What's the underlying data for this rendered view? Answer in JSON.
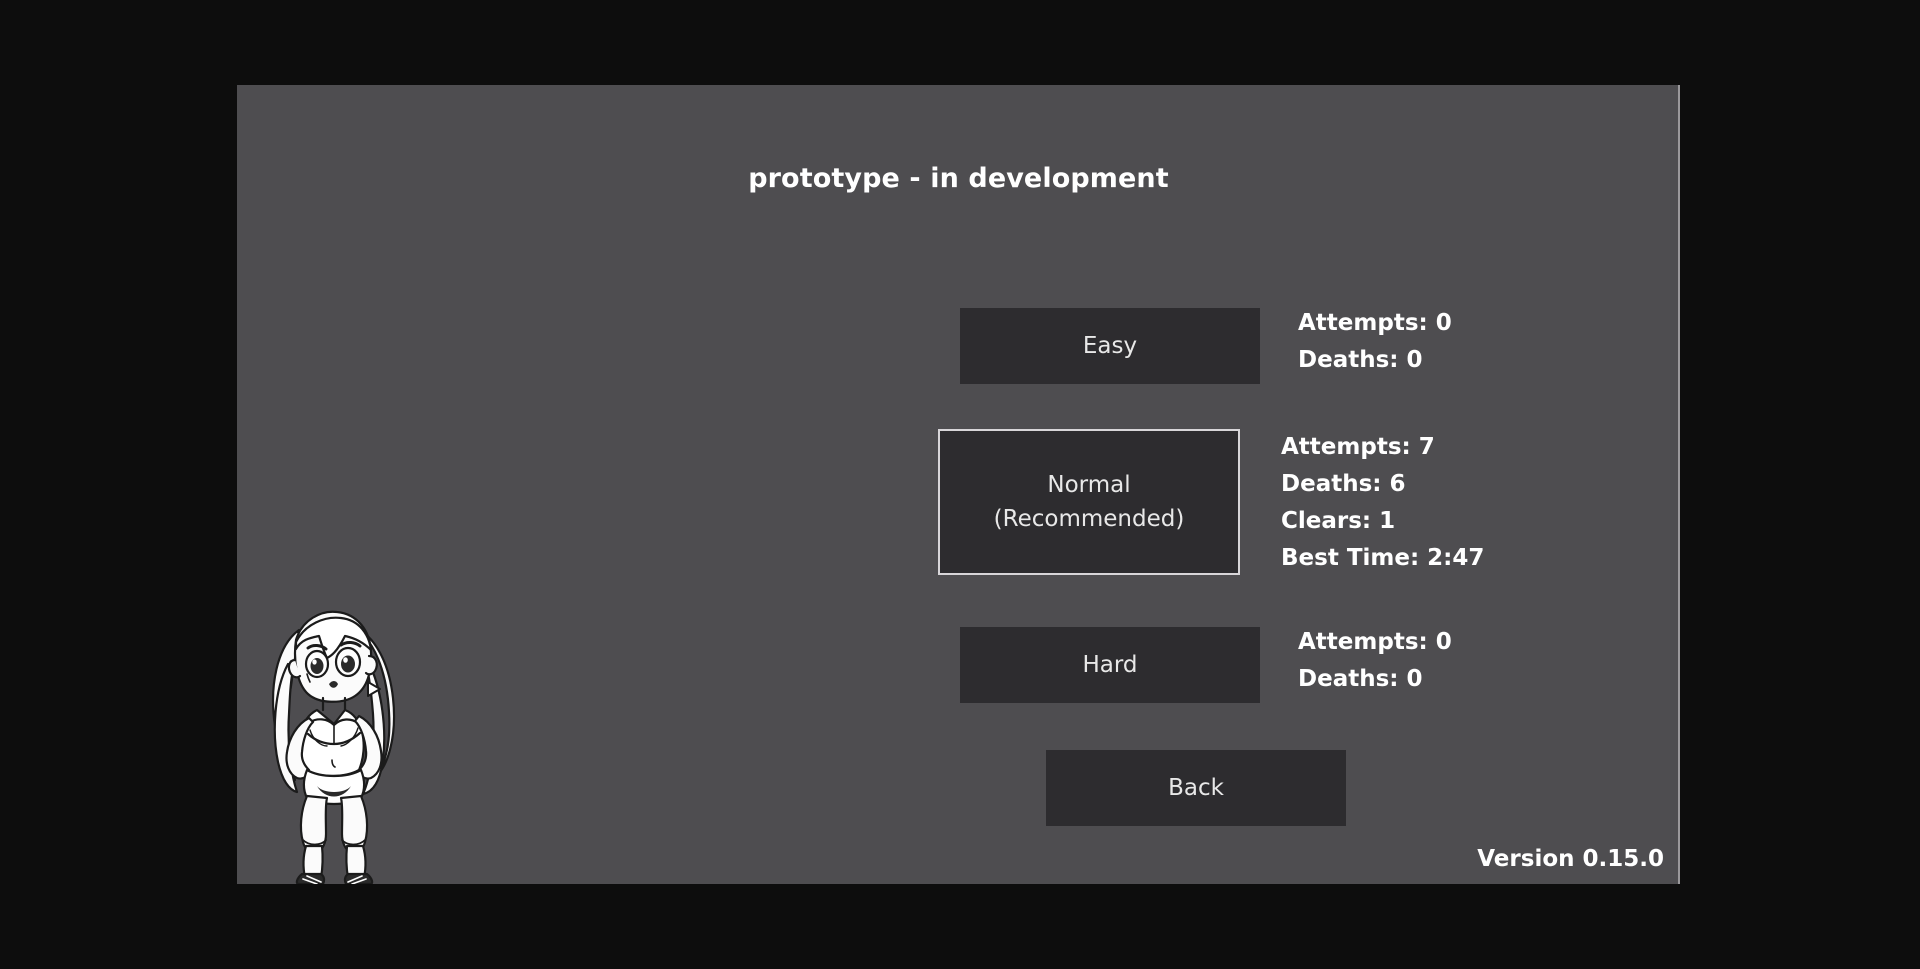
{
  "window": {
    "background_color": "#0d0d0d",
    "panel_color": "#4e4d50",
    "button_color": "#2d2c2f",
    "accent_border_color": "#d8d6d9",
    "text_color": "#ffffff"
  },
  "header": {
    "title": "prototype - in development"
  },
  "difficulties": [
    {
      "id": "easy",
      "label": "Easy",
      "sublabel": "",
      "selected": false,
      "stats": [
        "Attempts: 0",
        "Deaths: 0"
      ]
    },
    {
      "id": "normal",
      "label": "Normal",
      "sublabel": "(Recommended)",
      "selected": true,
      "stats": [
        "Attempts: 7",
        "Deaths: 6",
        "Clears: 1",
        "Best Time: 2:47"
      ]
    },
    {
      "id": "hard",
      "label": "Hard",
      "sublabel": "",
      "selected": false,
      "stats": [
        "Attempts: 0",
        "Deaths: 0"
      ]
    }
  ],
  "back_button": {
    "label": "Back"
  },
  "footer": {
    "version": "Version 0.15.0"
  },
  "character": {
    "name": "character-sketch",
    "description": "line-art sketch of a girl standing with hands on hips"
  }
}
